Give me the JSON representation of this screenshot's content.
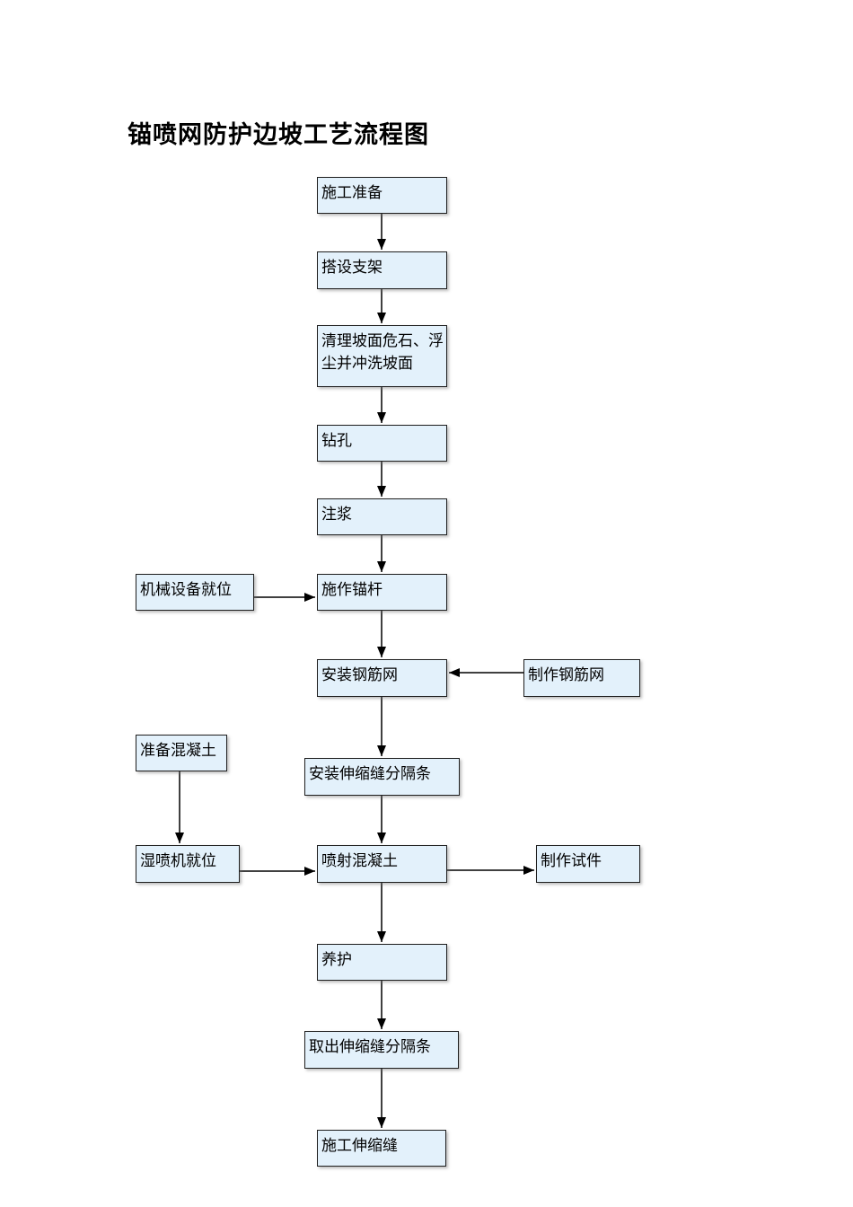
{
  "page": {
    "title": "锚喷网防护边坡工艺流程图"
  },
  "flowchart": {
    "nodes": {
      "prep": {
        "label": "施工准备"
      },
      "scaffold": {
        "label": "搭设支架"
      },
      "clean": {
        "label": "清理坡面危石、浮\n尘并冲洗坡面"
      },
      "drill": {
        "label": "钻孔"
      },
      "grout": {
        "label": "注浆"
      },
      "anchor": {
        "label": "施作锚杆"
      },
      "equipment": {
        "label": "机械设备就位"
      },
      "mesh_install": {
        "label": "安装钢筋网"
      },
      "mesh_make": {
        "label": "制作钢筋网"
      },
      "joint_install": {
        "label": "安装伸缩缝分隔条"
      },
      "concrete_prep": {
        "label": "准备混凝土"
      },
      "wet_sprayer": {
        "label": "湿喷机就位"
      },
      "shotcrete": {
        "label": "喷射混凝土"
      },
      "test_piece": {
        "label": "制作试件"
      },
      "cure": {
        "label": "养护"
      },
      "joint_remove": {
        "label": "取出伸缩缝分隔条"
      },
      "joint_construct": {
        "label": "施工伸缩缝"
      }
    },
    "edges": [
      {
        "from": "prep",
        "to": "scaffold"
      },
      {
        "from": "scaffold",
        "to": "clean"
      },
      {
        "from": "clean",
        "to": "drill"
      },
      {
        "from": "drill",
        "to": "grout"
      },
      {
        "from": "grout",
        "to": "anchor"
      },
      {
        "from": "equipment",
        "to": "anchor"
      },
      {
        "from": "anchor",
        "to": "mesh_install"
      },
      {
        "from": "mesh_make",
        "to": "mesh_install"
      },
      {
        "from": "mesh_install",
        "to": "joint_install"
      },
      {
        "from": "joint_install",
        "to": "shotcrete"
      },
      {
        "from": "concrete_prep",
        "to": "wet_sprayer"
      },
      {
        "from": "wet_sprayer",
        "to": "shotcrete"
      },
      {
        "from": "shotcrete",
        "to": "test_piece"
      },
      {
        "from": "shotcrete",
        "to": "cure"
      },
      {
        "from": "cure",
        "to": "joint_remove"
      },
      {
        "from": "joint_remove",
        "to": "joint_construct"
      }
    ],
    "colors": {
      "node_fill": "#e3f1fb",
      "node_border": "#1f1f1f",
      "arrow": "#000000"
    }
  }
}
